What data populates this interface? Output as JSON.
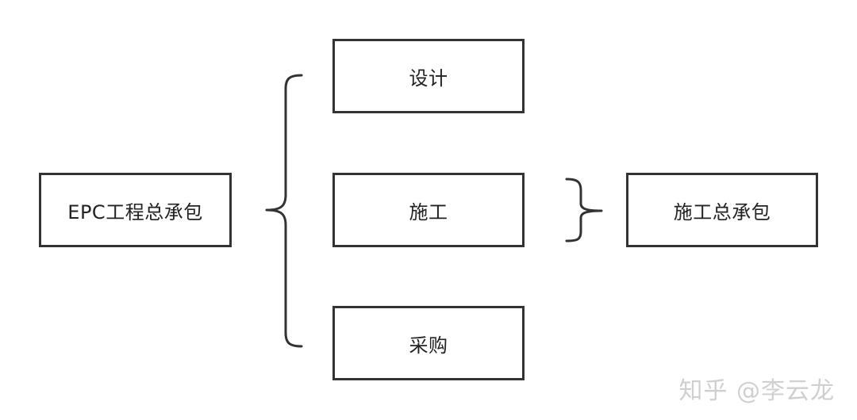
{
  "nodes": {
    "root": "EPC工程总承包",
    "design": "设计",
    "construction": "施工",
    "procurement": "采购",
    "general_contract": "施工总承包"
  },
  "watermark": "知乎 @李云龙"
}
